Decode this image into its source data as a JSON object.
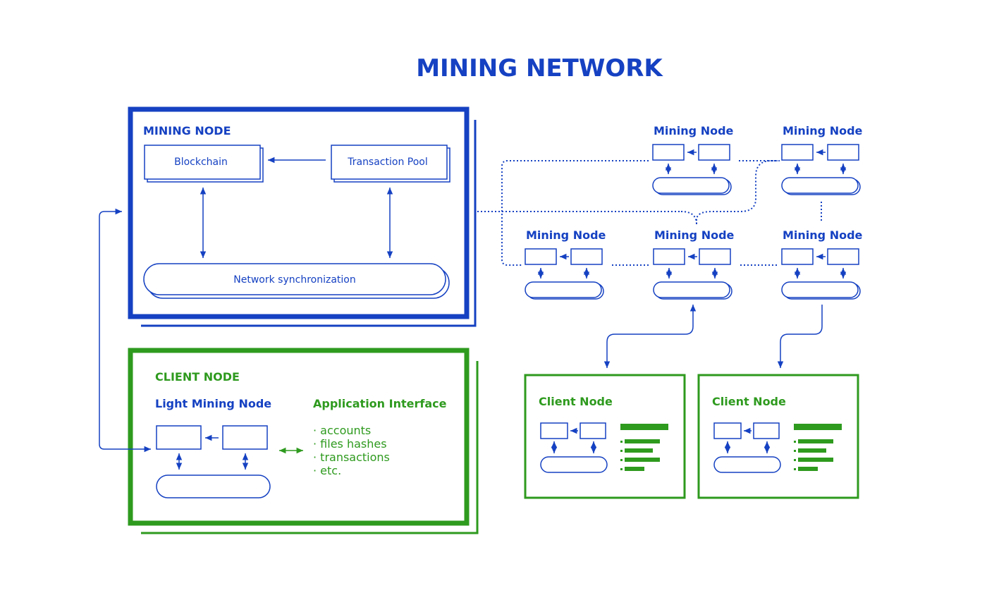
{
  "title": "MINING NETWORK",
  "colors": {
    "blue": "#1541c2",
    "green": "#2e9a1e"
  },
  "mining_node_panel": {
    "heading": "MINING NODE",
    "blockchain_label": "Blockchain",
    "transaction_pool_label": "Transaction Pool",
    "network_sync_label": "Network synchronization"
  },
  "client_node_panel": {
    "heading": "CLIENT NODE",
    "light_node_heading": "Light Mining Node",
    "app_interface_heading": "Application Interface",
    "app_interface_items": [
      "· accounts",
      "· files hashes",
      "· transactions",
      "· etc."
    ]
  },
  "network": {
    "mining_node_label": "Mining Node",
    "client_node_label": "Client Node"
  }
}
